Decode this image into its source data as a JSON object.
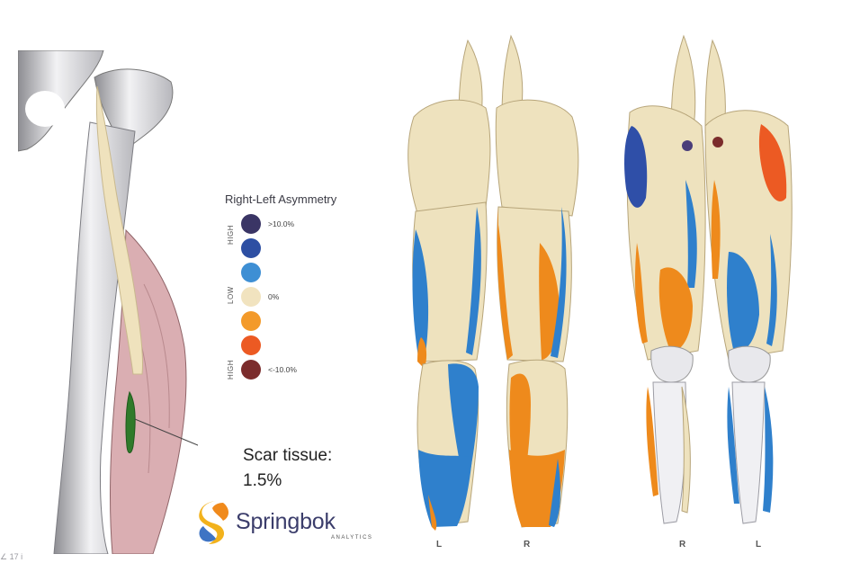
{
  "legend": {
    "title": "Right-Left Asymmetry",
    "side_labels": [
      "HIGH",
      "LOW",
      "HIGH"
    ],
    "levels": [
      {
        "color": "#3a3565",
        "label": ">10.0%"
      },
      {
        "color": "#2d4fa3",
        "label": ""
      },
      {
        "color": "#3e8fd4",
        "label": ""
      },
      {
        "color": "#f1e3bf",
        "label": "0%"
      },
      {
        "color": "#f39a2a",
        "label": ""
      },
      {
        "color": "#ec5a23",
        "label": ""
      },
      {
        "color": "#7b2c2c",
        "label": "<-10.0%"
      }
    ]
  },
  "annotation": {
    "line1": "Scar tissue:",
    "line2": "1.5%"
  },
  "brand": {
    "name": "Springbok",
    "tagline": "ANALYTICS"
  },
  "posterior_view": {
    "left_label": "L",
    "right_label": "R"
  },
  "anterior_view": {
    "left_label": "R",
    "right_label": "L"
  },
  "corner_mark": "∠ 17 i"
}
